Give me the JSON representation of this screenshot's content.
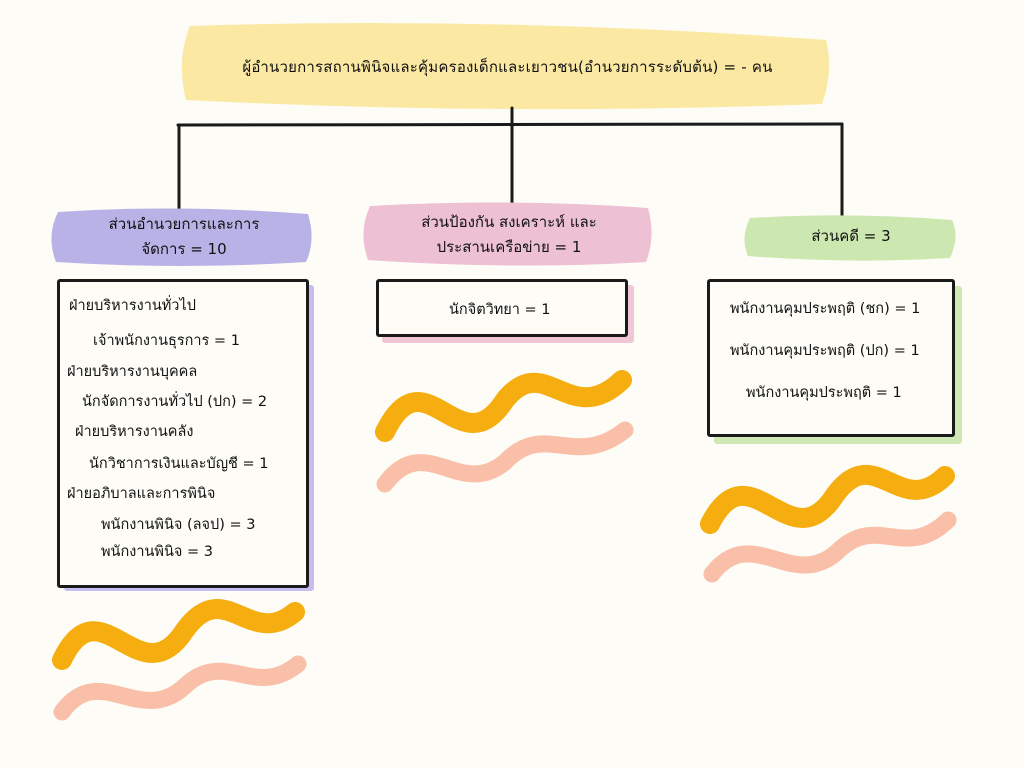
{
  "header": {
    "title": "ผู้อำนวยการสถานพินิจและคุ้มครองเด็กและเยาวชน(อำนวยการระดับต้น) = - คน",
    "color": "#fbe9a3"
  },
  "sections": [
    {
      "title_lines": [
        "ส่วนอำนวยการและการ",
        "จัดการ = 10"
      ],
      "color": "#b9b2e6",
      "items": [
        "ฝ่ายบริหารงานทั่วไป",
        "เจ้าพนักงานธุรการ = 1",
        "ฝ่ายบริหารงานบุคคล",
        "นักจัดการงานทั่วไป (ปก) = 2",
        "ฝ่ายบริหารงานคลัง",
        "นักวิชาการเงินและบัญชี = 1",
        "ฝ่ายอภิบาลและการพินิจ",
        "พนักงานพินิจ (ลจป) = 3",
        "พนักงานพินิจ  = 3"
      ]
    },
    {
      "title_lines": [
        "ส่วนป้องกัน สงเคราะห์ และ",
        "ประสานเครือข่าย = 1"
      ],
      "color": "#edc0d4",
      "items": [
        "นักจิตวิทยา = 1"
      ]
    },
    {
      "title_lines": [
        "ส่วนคดี = 3"
      ],
      "color": "#cce7b0",
      "items": [
        "พนักงานคุมประพฤติ (ชก) = 1",
        "พนักงานคุมประพฤติ (ปก) = 1",
        "พนักงานคุมประพฤติ  = 1"
      ]
    }
  ],
  "decor_colors": {
    "wave_primary": "#f6ad0f",
    "wave_secondary": "#f9bfa8",
    "line": "#1a1a1a"
  }
}
